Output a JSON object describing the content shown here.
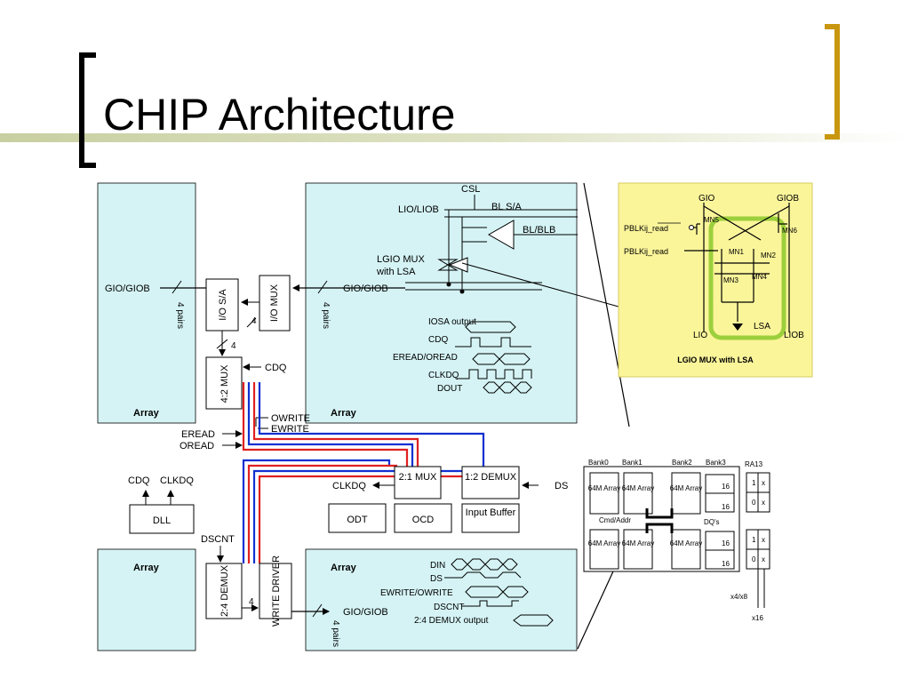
{
  "slide": {
    "title": "CHIP Architecture",
    "colors": {
      "array_fill": "#d5f3f5",
      "accent_bar": "#c8cfa0",
      "bracket_gold": "#c8960f",
      "highlight_panel": "#fbf59a",
      "circuit_green": "#9ccf3c",
      "read_path": "#e02020",
      "write_path": "#1030d0"
    }
  },
  "diagram": {
    "arrays": {
      "top_left": "Array",
      "top_right": "Array",
      "bottom_left": "Array",
      "bottom_right": "Array"
    },
    "blocks": {
      "io_sa": "I/O S/A",
      "io_mux": "I/O MUX",
      "mux_4_2": "4:2 MUX",
      "demux_2_4": "2:4 DEMUX",
      "write_driver": "WRITE DRIVER",
      "dll": "DLL",
      "odt": "ODT",
      "ocd": "OCD",
      "mux_2_1": "2:1 MUX",
      "demux_1_2": "1:2 DEMUX",
      "input_buffer": "Input Buffer"
    },
    "labels": {
      "csl": "CSL",
      "lio_liob": "LIO/LIOB",
      "bl_sa": "BL S/A",
      "bl_blb": "BL/BLB",
      "lgio_mux": "LGIO MUX",
      "with_lsa": "with LSA",
      "gio_giob_left": "GIO/GIOB",
      "gio_giob_right": "GIO/GIOB",
      "gio_giob_bottom": "GIO/GIOB",
      "four_pairs_left": "4 pairs",
      "four_pairs_right": "4 pairs",
      "four_pairs_bottom": "4 pairs",
      "four_a": "4",
      "four_b": "4",
      "four_c": "4",
      "cdq": "CDQ",
      "owrite": "OWRITE",
      "ewrite": "EWRITE",
      "eread": "EREAD",
      "oread": "OREAD",
      "cdq_out": "CDQ",
      "clkdq_out": "CLKDQ",
      "clkdq_in": "CLKDQ",
      "ds_in": "DS",
      "dscnt": "DSCNT"
    },
    "timing_read": [
      "IOSA output",
      "CDQ",
      "EREAD/OREAD",
      "CLKDQ",
      "DOUT"
    ],
    "timing_write": [
      "DIN",
      "DS",
      "EWRITE/OWRITE",
      "DSCNT",
      "2:4 DEMUX output"
    ]
  },
  "lgio_panel": {
    "caption": "LGIO MUX with LSA",
    "gio": "GIO",
    "giob": "GIOB",
    "lio": "LIO",
    "liob": "LIOB",
    "lsa": "LSA",
    "pbl_read_bar": "PBLKij_read",
    "pbl_read": "PBLKij_read",
    "transistors": [
      "MN5",
      "MN6",
      "MN1",
      "MN2",
      "MN3",
      "MN4"
    ]
  },
  "bank_diagram": {
    "banks": [
      "Bank0",
      "Bank1",
      "Bank2",
      "Bank3"
    ],
    "ra13": "RA13",
    "array_cells": [
      "64M Array",
      "64M Array",
      "64M Array",
      "64M Array",
      "64M Array",
      "64M Array"
    ],
    "cmd_addr": "Cmd/Addr",
    "dqs": "DQ's",
    "width_16": [
      "16",
      "16",
      "16",
      "16"
    ],
    "ra_values": [
      "1",
      "x",
      "0",
      "x",
      "1",
      "x",
      "0",
      "x"
    ],
    "x4x8": "x4/x8",
    "x16": "x16"
  }
}
